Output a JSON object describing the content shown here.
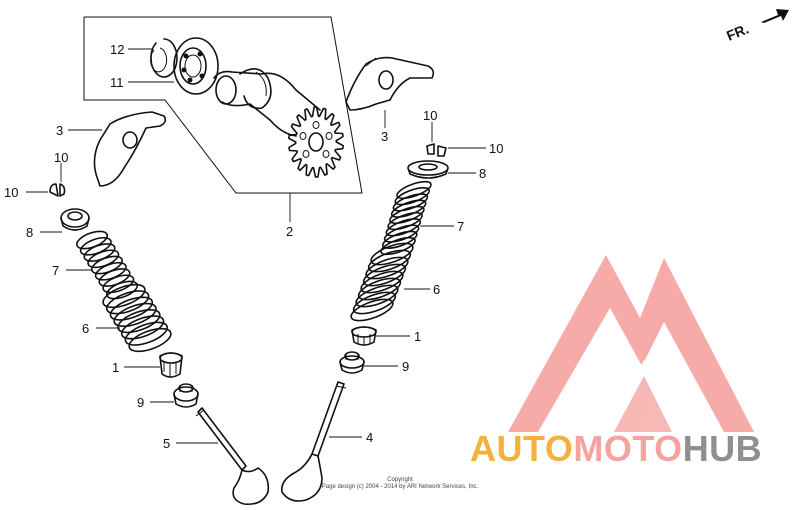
{
  "diagram": {
    "direction_label": "FR.",
    "part_labels": {
      "cam_top_2": "2",
      "arm_left_3": "3",
      "arm_right_3": "3",
      "valve_in_4": "4",
      "valve_ex_5": "5",
      "outer_spring_left_6": "6",
      "outer_spring_right_6": "6",
      "inner_spring_left_7": "7",
      "inner_spring_right_7": "7",
      "retainer_left_8": "8",
      "retainer_right_8": "8",
      "seal_left_9": "9",
      "seal_right_9": "9",
      "cotter_left_10": "10",
      "cotter_right_10a": "10",
      "cotter_right_10b": "10",
      "bearing_11": "11",
      "clip_12": "12",
      "seat_left_1": "1",
      "seat_right_1": "1"
    },
    "copyright": {
      "line1": "Copyright",
      "line2": "Page design (c) 2004 - 2014 by ARI Network Services, Inc."
    }
  },
  "watermark": {
    "brand_part1": "AUTO",
    "brand_part2": "MOTO",
    "brand_part3": "HUB",
    "colors": {
      "auto": "#f6b03e",
      "moto": "#f6a3a0",
      "hub": "#8f8f8f",
      "logo": "#f6a3a0"
    }
  }
}
